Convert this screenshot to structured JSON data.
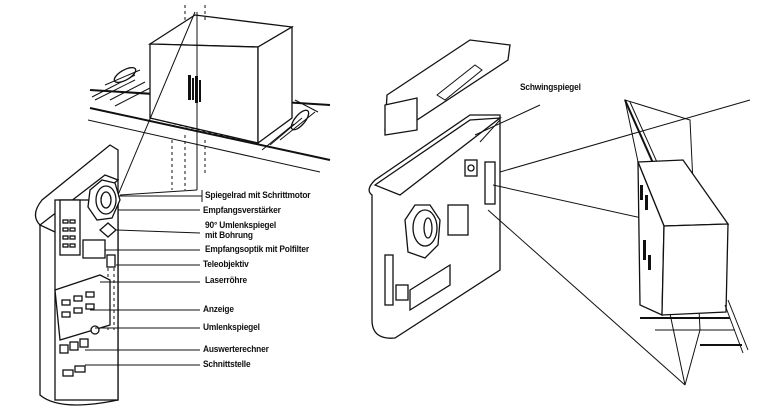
{
  "figure": {
    "subject": "Laser barcode scanner components",
    "left_view": {
      "labels": [
        {
          "id": "spiegelrad",
          "text": "Spiegelrad mit Schrittmotor"
        },
        {
          "id": "empfangsverstaerker",
          "text": "Empfangsverstärker"
        },
        {
          "id": "umlenkspiegel-90-line1",
          "text": "90° Umlenkspiegel"
        },
        {
          "id": "umlenkspiegel-90-line2",
          "text": "mit Bohrung"
        },
        {
          "id": "empfangsoptik",
          "text": "Empfangsoptik mit Polfilter"
        },
        {
          "id": "teleobjektiv",
          "text": "Teleobjektiv"
        },
        {
          "id": "laserroehre",
          "text": "Laserröhre"
        },
        {
          "id": "anzeige",
          "text": "Anzeige"
        },
        {
          "id": "umlenkspiegel",
          "text": "Umlenkspiegel"
        },
        {
          "id": "auswerterechner",
          "text": "Auswerterechner"
        },
        {
          "id": "schnittstelle",
          "text": "Schnittstelle"
        }
      ]
    },
    "right_view": {
      "labels": [
        {
          "id": "schwingspiegel",
          "text": "Schwingspiegel"
        }
      ]
    }
  }
}
